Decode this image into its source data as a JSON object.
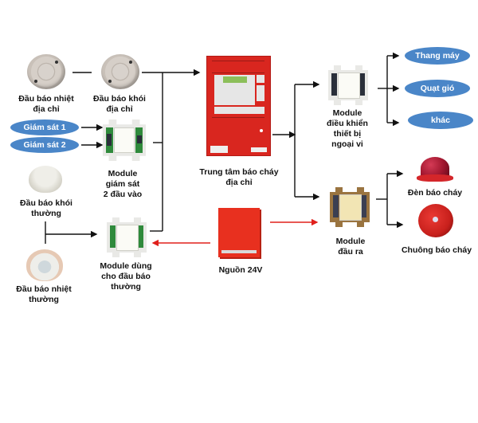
{
  "title": "Sơ đồ hệ thống báo cháy địa chỉ",
  "colors": {
    "pill_fill": "#4a86c8",
    "line_black": "#111111",
    "line_red": "#e0201c",
    "panel_red": "#d9261f"
  },
  "nodes": {
    "heat_detector_addr": {
      "label": "Đầu báo nhiệt\nđịa chỉ",
      "icon": "heat-detector-icon"
    },
    "smoke_detector_addr": {
      "label": "Đầu báo khói\nđịa chỉ",
      "icon": "smoke-detector-icon"
    },
    "monitor_1": {
      "label": "Giám sát 1"
    },
    "monitor_2": {
      "label": "Giám sát 2"
    },
    "monitor_module": {
      "label": "Module\ngiám sát\n2 đầu vào",
      "icon": "module-icon"
    },
    "smoke_detector_conv": {
      "label": "Đầu báo khói\nthường",
      "icon": "smoke-detector-icon"
    },
    "heat_detector_conv": {
      "label": "Đầu báo nhiệt\nthường",
      "icon": "heat-detector-icon"
    },
    "conv_module": {
      "label": "Module dùng\ncho đầu báo\nthường",
      "icon": "module-icon"
    },
    "control_panel": {
      "label": "Trung tâm báo cháy\nđịa chỉ",
      "icon": "fire-alarm-panel-icon"
    },
    "power_supply": {
      "label": "Nguồn 24V",
      "icon": "power-supply-icon"
    },
    "control_module": {
      "label": "Module\nđiều khiển\nthiết bị\nngoại vi",
      "icon": "module-icon"
    },
    "output_module": {
      "label": "Module\nđầu ra",
      "icon": "module-icon"
    },
    "elevator": {
      "label": "Thang máy"
    },
    "fan": {
      "label": "Quạt gió"
    },
    "other": {
      "label": "khác"
    },
    "strobe": {
      "label": "Đèn báo cháy",
      "icon": "strobe-light-icon"
    },
    "bell": {
      "label": "Chuông báo cháy",
      "icon": "fire-bell-icon"
    }
  },
  "connections": [
    {
      "from": "heat_detector_addr",
      "to": "smoke_detector_addr",
      "type": "signal"
    },
    {
      "from": "smoke_detector_addr",
      "to": "control_panel",
      "type": "signal"
    },
    {
      "from": "monitor_1",
      "to": "monitor_module",
      "type": "signal"
    },
    {
      "from": "monitor_2",
      "to": "monitor_module",
      "type": "signal"
    },
    {
      "from": "monitor_module",
      "to": "control_panel",
      "type": "signal"
    },
    {
      "from": "smoke_detector_conv",
      "to": "conv_module",
      "type": "signal"
    },
    {
      "from": "heat_detector_conv",
      "to": "conv_module",
      "type": "signal"
    },
    {
      "from": "conv_module",
      "to": "control_panel",
      "type": "signal"
    },
    {
      "from": "power_supply",
      "to": "conv_module",
      "type": "power"
    },
    {
      "from": "power_supply",
      "to": "output_module",
      "type": "power"
    },
    {
      "from": "control_panel",
      "to": "control_module",
      "type": "signal"
    },
    {
      "from": "control_panel",
      "to": "output_module",
      "type": "signal"
    },
    {
      "from": "control_module",
      "to": "elevator",
      "type": "signal"
    },
    {
      "from": "control_module",
      "to": "fan",
      "type": "signal"
    },
    {
      "from": "control_module",
      "to": "other",
      "type": "signal"
    },
    {
      "from": "output_module",
      "to": "strobe",
      "type": "signal"
    },
    {
      "from": "output_module",
      "to": "bell",
      "type": "signal"
    }
  ]
}
